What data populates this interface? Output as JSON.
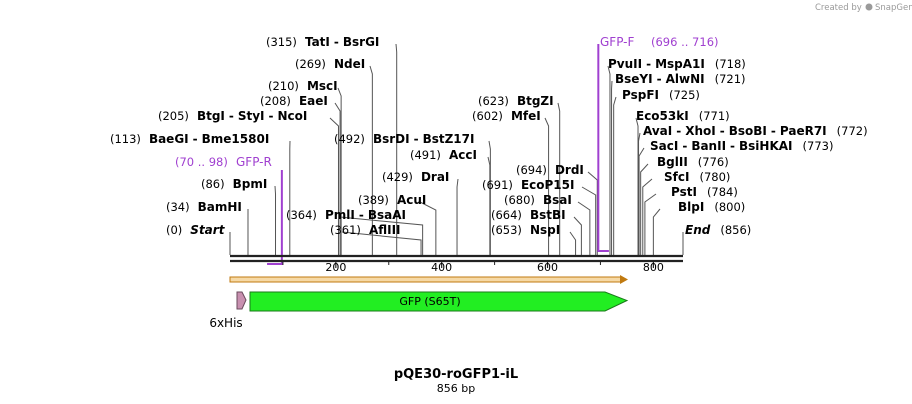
{
  "credit": {
    "prefix": "Created by",
    "brand": "SnapGene"
  },
  "map": {
    "name": "pQE30-roGFP1-iL",
    "length_label": "856 bp",
    "length_bp": 856,
    "ruler_ticks": [
      "200",
      "400",
      "600",
      "800"
    ]
  },
  "sites": [
    {
      "pos": 0,
      "pos_label": "(0)",
      "names": [
        "Start"
      ],
      "italic": true
    },
    {
      "pos": 34,
      "pos_label": "(34)",
      "names": [
        "BamHI"
      ]
    },
    {
      "pos": 86,
      "pos_label": "(86)",
      "names": [
        "BpmI"
      ]
    },
    {
      "pos": 113,
      "pos_label": "(113)",
      "names": [
        "BaeGI",
        "Bme1580I"
      ]
    },
    {
      "pos": 205,
      "pos_label": "(205)",
      "names": [
        "BtgI",
        "StyI",
        "NcoI"
      ]
    },
    {
      "pos": 208,
      "pos_label": "(208)",
      "names": [
        "EaeI"
      ]
    },
    {
      "pos": 210,
      "pos_label": "(210)",
      "names": [
        "MscI"
      ]
    },
    {
      "pos": 269,
      "pos_label": "(269)",
      "names": [
        "NdeI"
      ]
    },
    {
      "pos": 315,
      "pos_label": "(315)",
      "names": [
        "TatI",
        "BsrGI"
      ]
    },
    {
      "pos": 361,
      "pos_label": "(361)",
      "names": [
        "AflIII"
      ]
    },
    {
      "pos": 364,
      "pos_label": "(364)",
      "names": [
        "PmlI",
        "BsaAI"
      ]
    },
    {
      "pos": 389,
      "pos_label": "(389)",
      "names": [
        "AcuI"
      ]
    },
    {
      "pos": 429,
      "pos_label": "(429)",
      "names": [
        "DraI"
      ]
    },
    {
      "pos": 491,
      "pos_label": "(491)",
      "names": [
        "AccI"
      ]
    },
    {
      "pos": 492,
      "pos_label": "(492)",
      "names": [
        "BsrDI",
        "BstZ17I"
      ]
    },
    {
      "pos": 602,
      "pos_label": "(602)",
      "names": [
        "MfeI"
      ]
    },
    {
      "pos": 623,
      "pos_label": "(623)",
      "names": [
        "BtgZI"
      ]
    },
    {
      "pos": 653,
      "pos_label": "(653)",
      "names": [
        "NspI"
      ]
    },
    {
      "pos": 664,
      "pos_label": "(664)",
      "names": [
        "BstBI"
      ]
    },
    {
      "pos": 680,
      "pos_label": "(680)",
      "names": [
        "BsaI"
      ]
    },
    {
      "pos": 691,
      "pos_label": "(691)",
      "names": [
        "EcoP15I"
      ]
    },
    {
      "pos": 694,
      "pos_label": "(694)",
      "names": [
        "DrdI"
      ]
    },
    {
      "pos": 718,
      "pos_label": "(718)",
      "names": [
        "PvuII",
        "MspA1I"
      ]
    },
    {
      "pos": 721,
      "pos_label": "(721)",
      "names": [
        "BseYI",
        "AlwNI"
      ]
    },
    {
      "pos": 725,
      "pos_label": "(725)",
      "names": [
        "PspFI"
      ]
    },
    {
      "pos": 771,
      "pos_label": "(771)",
      "names": [
        "Eco53kI"
      ]
    },
    {
      "pos": 772,
      "pos_label": "(772)",
      "names": [
        "AvaI",
        "XhoI",
        "BsoBI",
        "PaeR7I"
      ]
    },
    {
      "pos": 773,
      "pos_label": "(773)",
      "names": [
        "SacI",
        "BanII",
        "BsiHKAI"
      ]
    },
    {
      "pos": 776,
      "pos_label": "(776)",
      "names": [
        "BglII"
      ]
    },
    {
      "pos": 780,
      "pos_label": "(780)",
      "names": [
        "SfcI"
      ]
    },
    {
      "pos": 784,
      "pos_label": "(784)",
      "names": [
        "PstI"
      ]
    },
    {
      "pos": 800,
      "pos_label": "(800)",
      "names": [
        "BlpI"
      ]
    },
    {
      "pos": 856,
      "pos_label": "(856)",
      "names": [
        "End"
      ],
      "italic": true
    }
  ],
  "primers": [
    {
      "name": "GFP-R",
      "range_label": "(70 .. 98)",
      "start": 70,
      "end": 98,
      "direction": "reverse"
    },
    {
      "name": "GFP-F",
      "range_label": "(696 .. 716)",
      "start": 696,
      "end": 716,
      "direction": "forward"
    }
  ],
  "features": [
    {
      "name": "GFP (S65T)",
      "start": 37,
      "end": 752,
      "color": "#22ee22",
      "direction": "forward"
    },
    {
      "name": "6xHis",
      "start": 13,
      "end": 31,
      "color": "#c890b0",
      "direction": "forward"
    }
  ],
  "colors": {
    "backbone": "#222222",
    "orf": "#f0a020",
    "primer": "#a040d0",
    "gfp": "#22ee22",
    "his": "#c890b0"
  }
}
